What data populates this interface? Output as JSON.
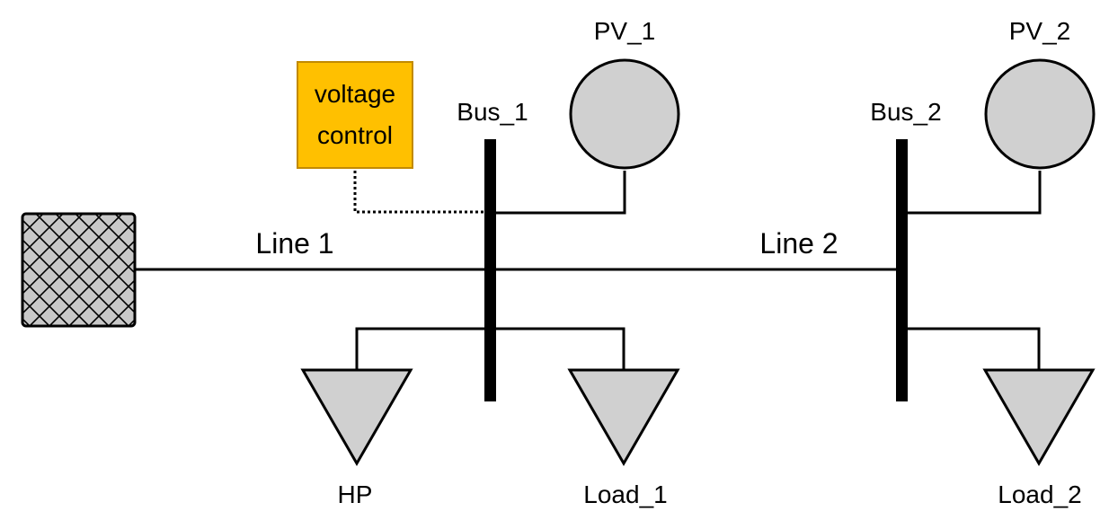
{
  "labels": {
    "bus1": "Bus_1",
    "bus2": "Bus_2",
    "pv1": "PV_1",
    "pv2": "PV_2",
    "line1": "Line 1",
    "line2": "Line 2",
    "hp": "HP",
    "load1": "Load_1",
    "load2": "Load_2"
  },
  "voltage_control": {
    "line1": "voltage",
    "line2": "control"
  },
  "colors": {
    "voltage_control_fill": "#ffc000",
    "component_fill": "#d0d0d0",
    "line": "#000000",
    "grid_fill": "#c8c8c8"
  }
}
